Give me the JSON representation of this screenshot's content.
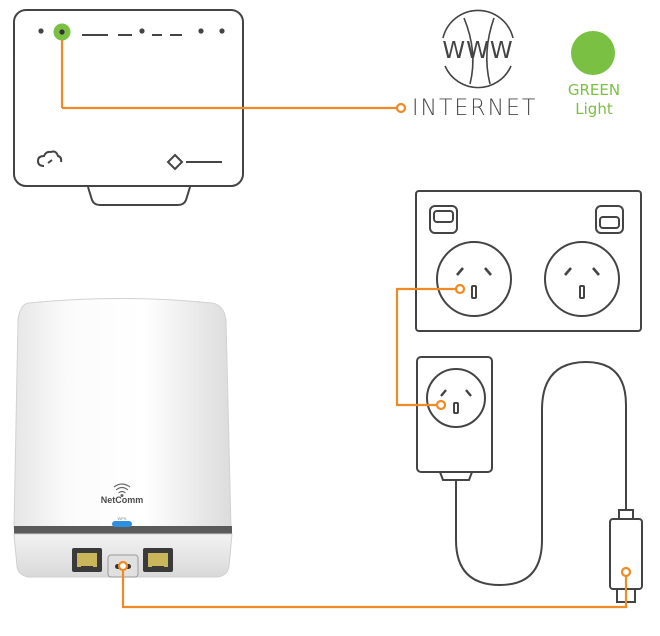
{
  "labels": {
    "internet": "INTERNET",
    "status_light_color": "GREEN",
    "status_light_word": "Light",
    "brand": "NetComm",
    "wps": "WPS"
  },
  "colors": {
    "connector_orange": "#f08a24",
    "status_green": "#7ac143",
    "outline_gray": "#444444",
    "body_white": "#f4f4f4"
  },
  "icons": [
    "www-globe-icon",
    "green-light-indicator",
    "cloud-icon",
    "network-diamond-icon",
    "wifi-icon",
    "wps-button",
    "power-outlet",
    "power-adapter",
    "usb-c-plug",
    "ethernet-port"
  ]
}
